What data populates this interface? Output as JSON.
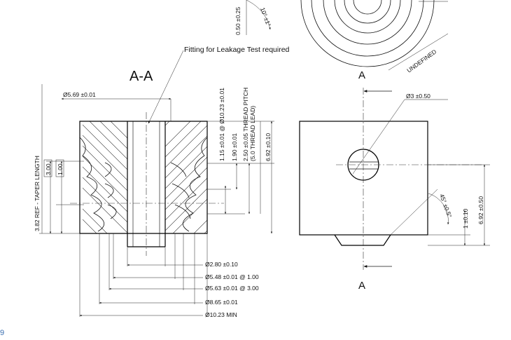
{
  "drawing": {
    "note_leak": "Fitting for Leakage Test required",
    "section_title": "A-A",
    "section_mark_top": "A",
    "section_mark_bottom": "A",
    "page_fragment": "9",
    "top_dims": {
      "tol_vertical": "0.50 ±0.25",
      "angle": "10° ±1°",
      "undefined": "UNDEFINED"
    },
    "left_dims": {
      "taper": "3.82 REF - TAPER LENGTH",
      "box1": "3.00",
      "box2": "1.00"
    },
    "top_diameter": "Ø5.69 ±0.01",
    "vertical_dims": {
      "d1": "1.15 ±0.01 @ Ø10.23 ±0.01",
      "d2": "1.90 ±0.01",
      "d3": "2.50 ±0.05 THREAD PITCH",
      "d3b": "(5.0 THREAD LEAD)",
      "d4": "6.92 ±0.10"
    },
    "bottom_dims": {
      "b1": "Ø2.80 ±0.10",
      "b2": "Ø5.48 ±0.01 @ 1.00",
      "b3": "Ø5.63 ±0.01 @ 3.00",
      "b4": "Ø8.65 ±0.01",
      "b5": "Ø10.23 MIN"
    },
    "right_dims": {
      "hole": "Ø3 ±0.50",
      "height": "6.92 ±0.50",
      "chamfer_angle": "45° ±0.5°",
      "chamfer_len": "1 ±0.10"
    }
  }
}
